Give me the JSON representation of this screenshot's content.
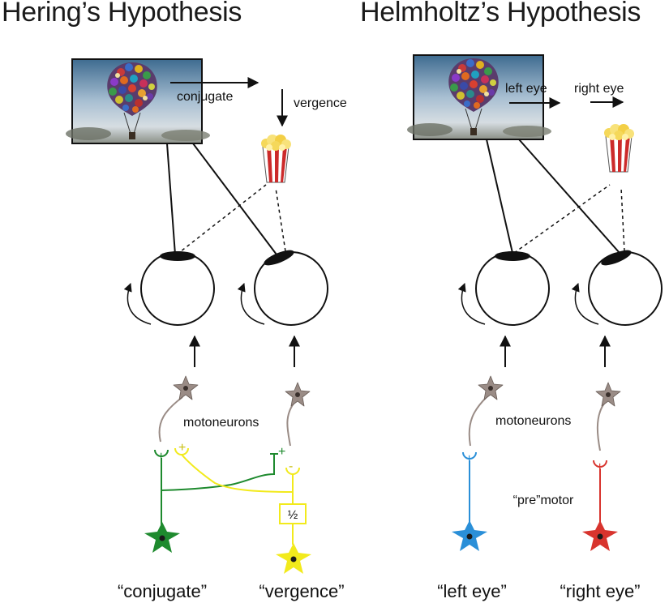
{
  "panels": {
    "left": {
      "title": "Hering’s Hypothesis",
      "arrow_label_1": "conjugate",
      "arrow_label_2": "vergence",
      "motoneurons_label": "motoneurons",
      "half_label": "½",
      "bottom_label_1": "“conjugate”",
      "bottom_label_2": "“vergence”",
      "signs": {
        "green_left": "+",
        "yellow_left": "+",
        "green_right": "+",
        "yellow_right": "-"
      }
    },
    "right": {
      "title": "Helmholtz’s Hypothesis",
      "arrow_label_1": "left eye",
      "arrow_label_2": "right eye",
      "motoneurons_label": "motoneurons",
      "premotor_label": "“pre”motor",
      "bottom_label_1": "“left eye”",
      "bottom_label_2": "“right eye”",
      "signs": {
        "blue": "+",
        "red": "+"
      }
    }
  },
  "colors": {
    "conjugate_pathway": "#1e8a2e",
    "vergence_pathway": "#f2ea1c",
    "left_eye_pathway": "#2a8fd8",
    "right_eye_pathway": "#d8342e",
    "motoneuron": "#9a8c86"
  }
}
